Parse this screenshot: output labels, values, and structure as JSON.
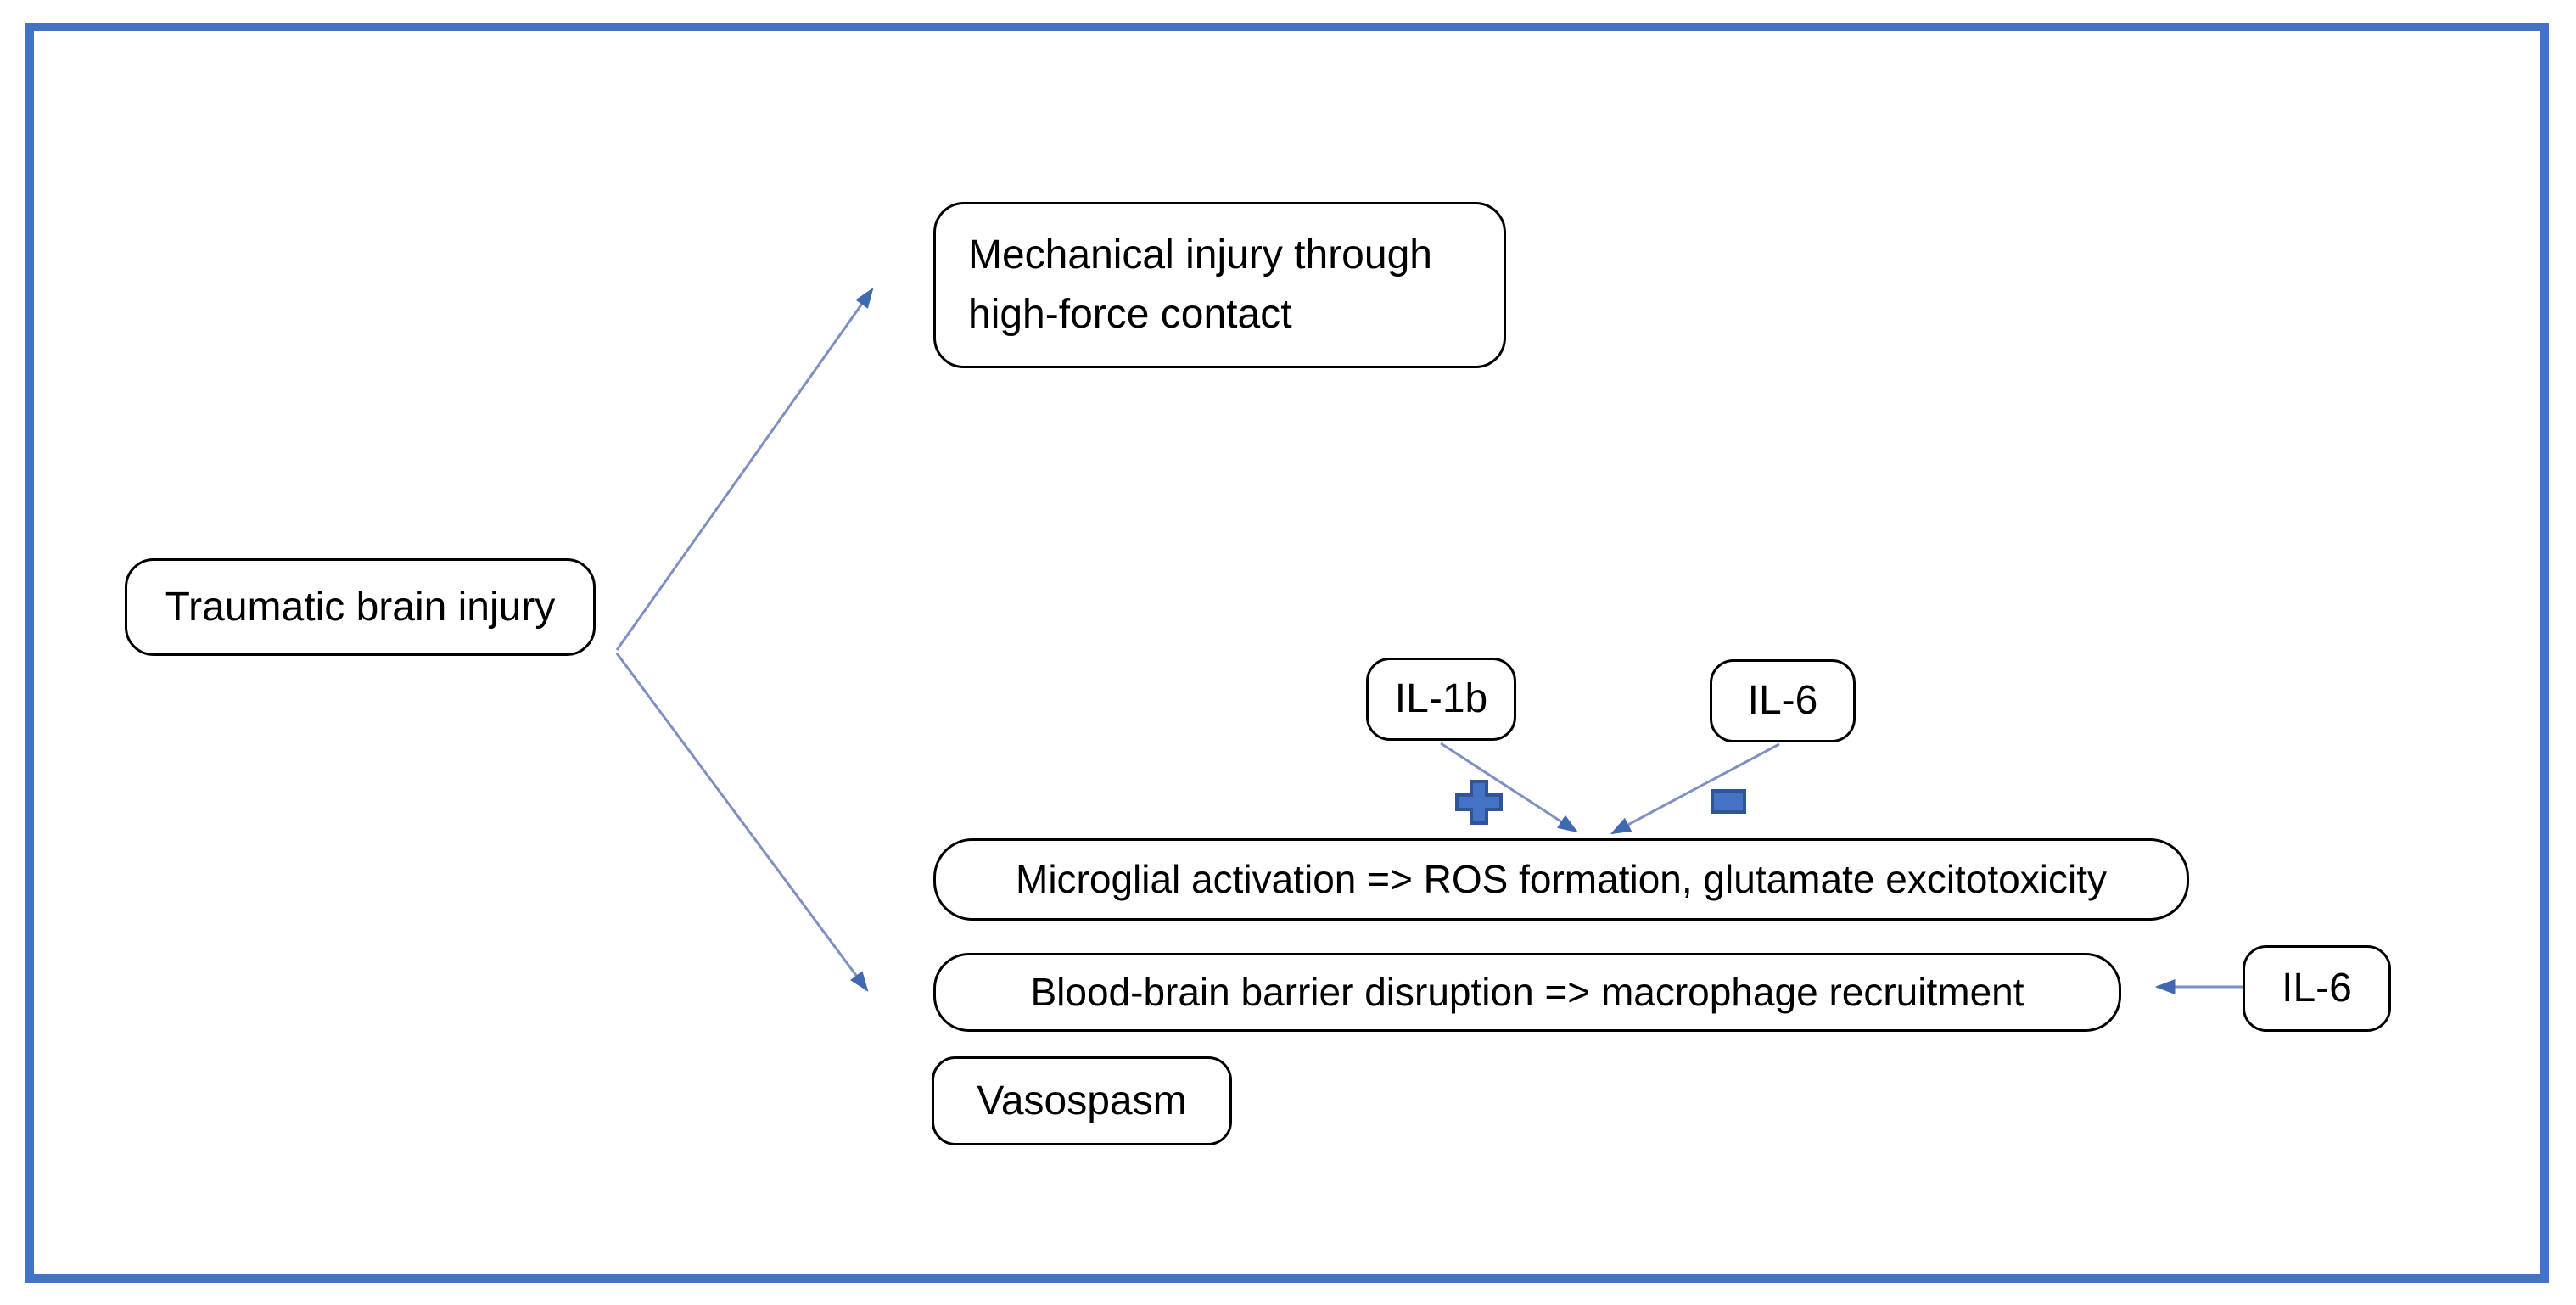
{
  "diagram": {
    "nodes": {
      "tbi": {
        "label": "Traumatic brain injury"
      },
      "mechanical": {
        "lines": [
          "Mechanical injury through",
          "high-force contact"
        ]
      },
      "il1b": {
        "label": "IL-1b"
      },
      "il6_top": {
        "label": "IL-6"
      },
      "microglial": {
        "label": "Microglial activation => ROS formation, glutamate excitotoxicity"
      },
      "bbb": {
        "label": "Blood-brain barrier disruption => macrophage recruitment"
      },
      "il6_right": {
        "label": "IL-6"
      },
      "vasospasm": {
        "label": "Vasospasm"
      }
    },
    "icons": {
      "plus": "plus-icon",
      "minus": "minus-icon"
    },
    "colors": {
      "frame_border": "#4472C4",
      "arrow_line": "#7D8FC3",
      "arrow_head": "#4169B1",
      "symbol_fill": "#4472C4",
      "symbol_stroke": "#2F5597",
      "box_border": "#000000",
      "text": "#000000",
      "background": "#FFFFFF"
    }
  }
}
